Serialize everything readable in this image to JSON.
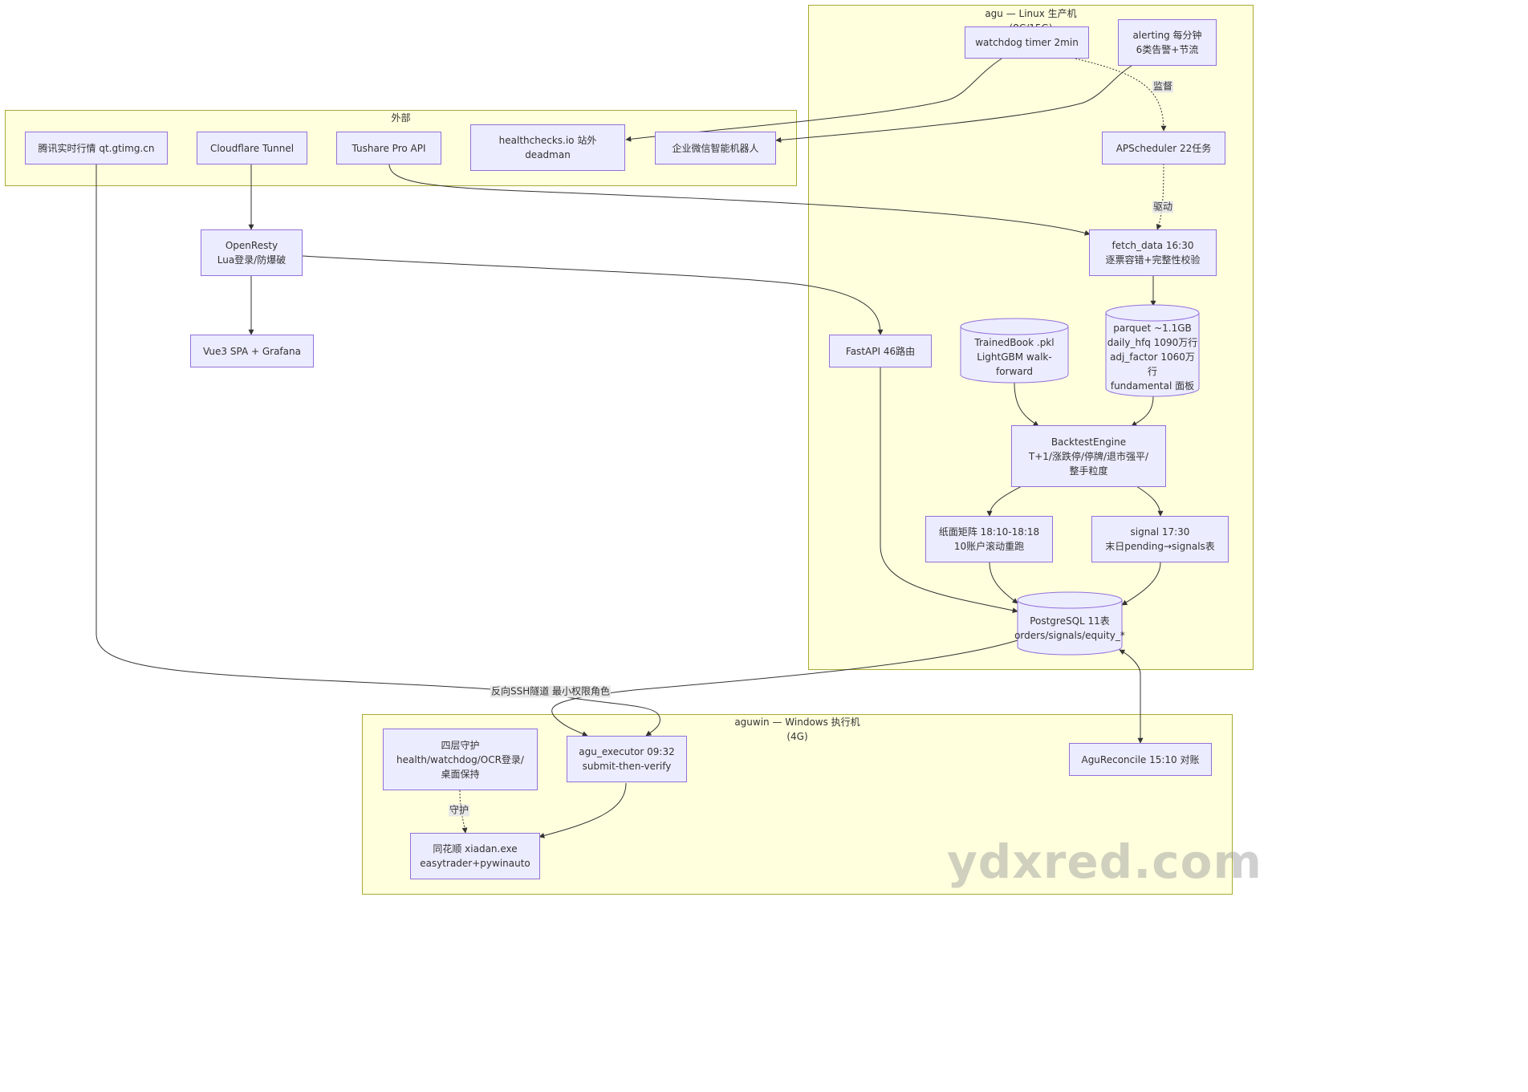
{
  "clusters": {
    "linux": "agu — Linux 生产机\n(8C/15G)",
    "external": "外部",
    "windows": "aguwin — Windows 执行机\n(4G)"
  },
  "nodes": {
    "watchdog": "watchdog timer 2min",
    "alerting": "alerting 每分钟\n6类告警+节流",
    "tencent": "腾讯实时行情 qt.gtimg.cn",
    "cloudflare": "Cloudflare Tunnel",
    "tushare": "Tushare Pro API",
    "healthchecks": "healthchecks.io 站外\ndeadman",
    "wechat": "企业微信智能机器人",
    "apscheduler": "APScheduler 22任务",
    "openresty": "OpenResty\nLua登录/防爆破",
    "fetch_data": "fetch_data 16:30\n逐票容错+完整性校验",
    "vue": "Vue3 SPA + Grafana",
    "fastapi": "FastAPI 46路由",
    "trainedbook": "TrainedBook .pkl\nLightGBM walk-forward",
    "parquet": "parquet ~1.1GB\ndaily_hfq 1090万行\nadj_factor 1060万行\nfundamental 面板",
    "backtest": "BacktestEngine\nT+1/涨跌停/停牌/退市强平/\n整手粒度",
    "paper": "纸面矩阵 18:10-18:18\n10账户滚动重跑",
    "signal": "signal 17:30\n末日pending→signals表",
    "postgres": "PostgreSQL 11表\norders/signals/equity_*",
    "guard": "四层守护\nhealth/watchdog/OCR登录/\n桌面保持",
    "executor": "agu_executor 09:32\nsubmit-then-verify",
    "reconcile": "AguReconcile 15:10 对账",
    "ths": "同花顺 xiadan.exe\neasytrader+pywinauto"
  },
  "edge_labels": {
    "supervise": "监督",
    "drive": "驱动",
    "ssh": "反向SSH隧道 最小权限角色",
    "guard": "守护"
  },
  "watermark": "ydxred.com",
  "colors": {
    "cluster_fill": "#ffffde",
    "cluster_border": "#aaaa33",
    "node_fill": "#ececff",
    "node_border": "#9370db",
    "edge": "#333333"
  }
}
